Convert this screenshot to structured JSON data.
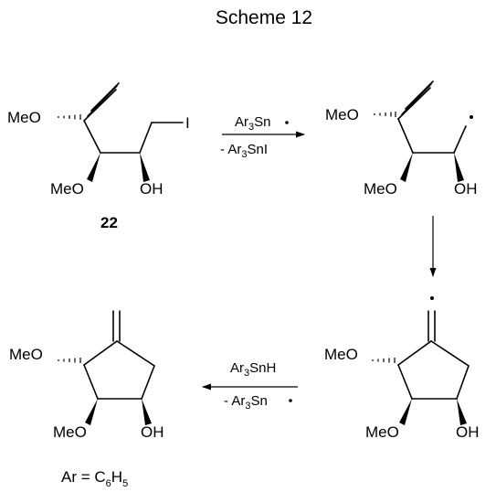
{
  "title": "Scheme 12",
  "compound_number": "22",
  "labels": {
    "methoxy": "MeO",
    "hydroxyl": "OH",
    "iodine": "I"
  },
  "step1": {
    "above": {
      "prefix": "Ar",
      "sub": "3",
      "suffix": "Sn"
    },
    "below": {
      "prefix": "- Ar",
      "sub": "3",
      "suffix": "SnI"
    }
  },
  "step3": {
    "above": {
      "prefix": "Ar",
      "sub": "3",
      "suffix": "SnH"
    },
    "below": {
      "prefix": "- Ar",
      "sub": "3",
      "suffix": "Sn"
    }
  },
  "footnote": {
    "prefix": "Ar = C",
    "sub1": "6",
    "mid": "H",
    "sub2": "5"
  }
}
